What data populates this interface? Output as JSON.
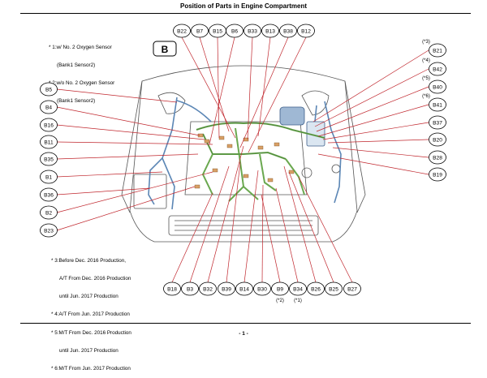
{
  "title": "Position of Parts in Engine Compartment",
  "notes_top": [
    "* 1:w/ No. 2 Oxygen Sensor",
    "(Bank1 Sensor2)",
    "* 2:w/o No. 2 Oxygen Sensor",
    "(Bank1 Sensor2)"
  ],
  "notes_bottom": [
    "* 3:Before Dec. 2016 Production,",
    "A/T From Dec. 2016 Production",
    "until Jun. 2017 Production",
    "* 4:A/T From Jun. 2017 Production",
    "* 5:M/T From Dec. 2016 Production",
    "until Jun. 2017 Production",
    "* 6:M/T From Jun. 2017 Production"
  ],
  "section_label": "B",
  "page_number": "- 1 -",
  "callouts_top": [
    "B22",
    "B7",
    "B15",
    "B6",
    "B33",
    "B13",
    "B38",
    "B12"
  ],
  "callouts_left": [
    "B5",
    "B4",
    "B16",
    "B11",
    "B35",
    "B1",
    "B36",
    "B2",
    "B23"
  ],
  "callouts_right": [
    "B21",
    "B42",
    "B40",
    "B41",
    "B37",
    "B20",
    "B28",
    "B19"
  ],
  "callouts_right_refs": [
    "(*3)",
    "(*4)",
    "(*5)",
    "(*6)"
  ],
  "callouts_bottom": [
    "B18",
    "B3",
    "B32",
    "B39",
    "B14",
    "B30",
    "B9",
    "B34",
    "B26",
    "B25",
    "B27"
  ],
  "callouts_bottom_refs": {
    "B9": "(*2)",
    "B34": "(*1)"
  },
  "colors": {
    "leader": "#c0262d",
    "callout_border": "#000000",
    "harness": "#6aa84f",
    "harness_dark": "#3b6e2d",
    "wiring": "#5b86b5",
    "engine_outline": "#555555"
  }
}
